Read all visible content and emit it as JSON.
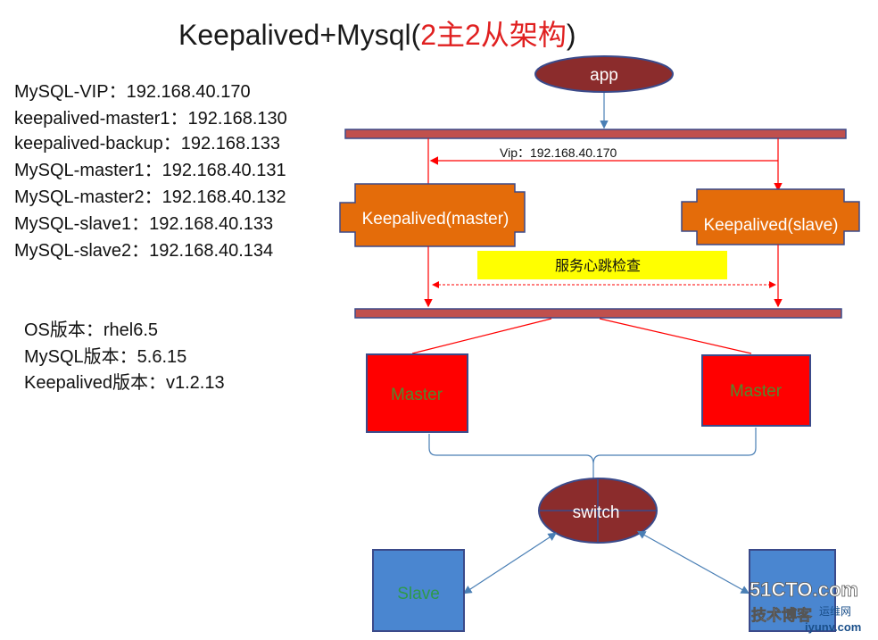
{
  "title": {
    "prefix": "Keepalived+Mysql(",
    "emphasis": "2主2从架构",
    "suffix": ")"
  },
  "hosts": [
    "MySQL-VIP：192.168.40.170",
    "keepalived-master1：192.168.130",
    "keepalived-backup：192.168.133",
    "MySQL-master1：192.168.40.131",
    "MySQL-master2：192.168.40.132",
    "MySQL-slave1：192.168.40.133",
    "MySQL-slave2：192.168.40.134"
  ],
  "versions": [
    "OS版本：rhel6.5",
    "MySQL版本：5.6.15",
    "Keepalived版本：v1.2.13"
  ],
  "diagram": {
    "app_label": "app",
    "vip_label": "Vip：192.168.40.170",
    "keepalived_master_label": "Keepalived(master)",
    "keepalived_slave_label": "Keepalived(slave)",
    "heartbeat_label": "服务心跳检查",
    "master_left_label": "Master",
    "master_right_label": "Master",
    "switch_label": "switch",
    "slave_left_label": "Slave"
  },
  "watermark": {
    "site": "51CTO.com",
    "blog": "技术博客",
    "domain": "iyunv.com",
    "tag": "运维网"
  },
  "colors": {
    "oval_fill": "#8b2c2c",
    "bar_fill": "#c0504d",
    "bar_stroke": "#3b4a8a",
    "keepalived_fill": "#e46c0a",
    "heartbeat_fill": "#ffff00",
    "master_fill": "#ff0000",
    "master_text": "#4f8a2e",
    "slave_fill": "#4a86d0",
    "slave_text": "#2e9a4a",
    "connector": "#ff0000",
    "arrow_blue": "#4a7fb5"
  }
}
